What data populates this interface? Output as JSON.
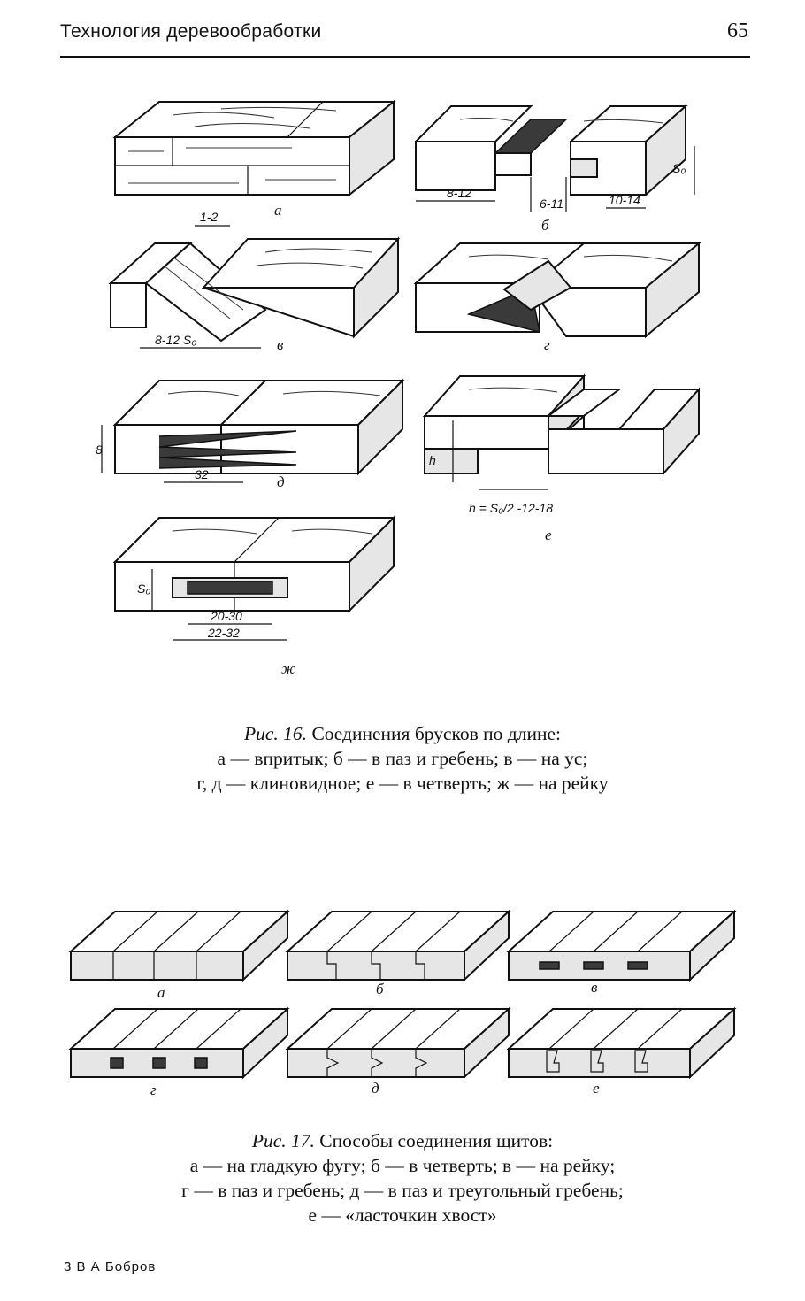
{
  "header": {
    "title": "Технология деревообработки",
    "page_number": "65"
  },
  "figure16": {
    "labels": {
      "a": "а",
      "b": "б",
      "v": "в",
      "g": "г",
      "d": "д",
      "e": "е",
      "zh": "ж"
    },
    "dimensions": {
      "b_left": "8-12",
      "b_mid": "6-11",
      "b_right": "10-14",
      "b_thick": "S₀",
      "v_gap": "1-2",
      "v_len": "8-12 S₀",
      "d_h": "8",
      "d_len": "32",
      "e_h": "h",
      "e_formula": "h = S₀/2 -12-18",
      "zh_thick": "S₀",
      "zh_inner": "20-30",
      "zh_outer": "22-32"
    },
    "caption": {
      "name": "Рис. 16.",
      "title": "Соединения брусков по длине:",
      "line1": "а — впритык; б — в паз и гребень; в — на ус;",
      "line2": "г, д — клиновидное; е — в четверть; ж — на рейку"
    }
  },
  "figure17": {
    "labels": {
      "a": "а",
      "b": "б",
      "v": "в",
      "g": "г",
      "d": "д",
      "e": "е"
    },
    "caption": {
      "name": "Рис. 17.",
      "title": "Способы соединения щитов:",
      "line1": "а — на гладкую фугу; б — в четверть; в — на рейку;",
      "line2": "г — в паз и гребень; д — в паз и треугольный гребень;",
      "line3": "е — «ласточкин хвост»"
    }
  },
  "footer": {
    "signature": "3 В А Бобров"
  }
}
